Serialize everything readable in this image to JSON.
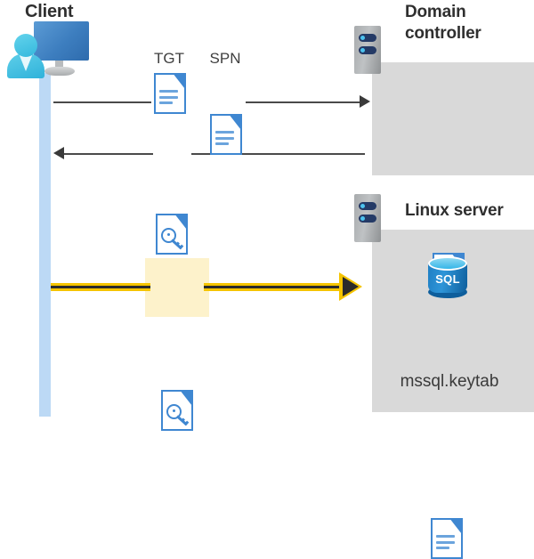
{
  "diagram": {
    "title": "Kerberos authentication flow between Client, Domain controller and Linux server",
    "colors": {
      "panel_gray": "#d9d9d9",
      "lifeline_blue": "#bcd9f5",
      "highlight_yellow": "#fdf2cb",
      "arrow_yellow": "#f5c400",
      "arrow_dark": "#2b2b2b",
      "doc_blue": "#3f87d1",
      "text_dark": "#2f2f2f"
    }
  },
  "client": {
    "title": "Client",
    "icon": "user-monitor-icon"
  },
  "domain_controller": {
    "title": "Domain\ncontroller",
    "title_line1": "Domain",
    "title_line2": "controller",
    "server_icon": "server-rack-icon",
    "contents": [
      {
        "icon": "certificate-document-icon",
        "label": ""
      }
    ]
  },
  "linux_server": {
    "title": "Linux server",
    "server_icon": "server-rack-icon",
    "contents": [
      {
        "icon": "sql-database-icon",
        "label": "SQL"
      },
      {
        "icon": "keytab-document-icon",
        "label": "mssql.keytab"
      }
    ],
    "sql_label": "SQL",
    "keytab_label": "mssql.keytab"
  },
  "messages": [
    {
      "id": "request",
      "direction": "right",
      "from": "client",
      "to": "domain_controller",
      "artifacts": [
        {
          "tag": "TGT",
          "icon": "text-document-icon"
        },
        {
          "tag": "SPN",
          "icon": "text-document-icon"
        }
      ],
      "style": "thin-black-arrow"
    },
    {
      "id": "response",
      "direction": "left",
      "from": "domain_controller",
      "to": "client",
      "artifacts": [
        {
          "tag": "",
          "icon": "key-document-icon"
        }
      ],
      "style": "thin-black-arrow"
    },
    {
      "id": "service-ticket",
      "direction": "right",
      "from": "client",
      "to": "linux_server",
      "artifacts": [
        {
          "tag": "",
          "icon": "key-document-icon",
          "highlighted": true
        }
      ],
      "style": "thick-yellow-arrow"
    }
  ]
}
